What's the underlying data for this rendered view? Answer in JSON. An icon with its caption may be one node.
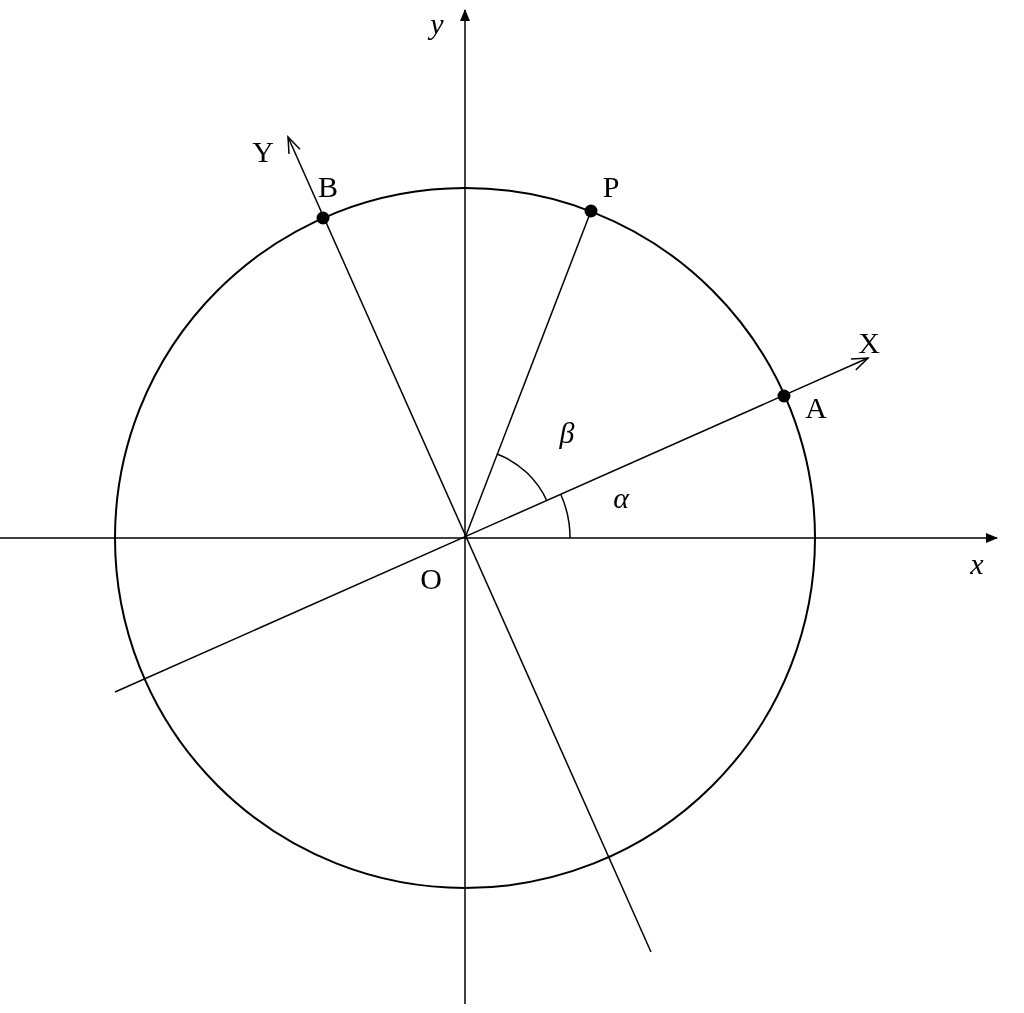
{
  "diagram": {
    "labels": [
      "y",
      "Y",
      "B",
      "P",
      "X",
      "A",
      "β",
      "α",
      "x",
      "O"
    ]
  }
}
